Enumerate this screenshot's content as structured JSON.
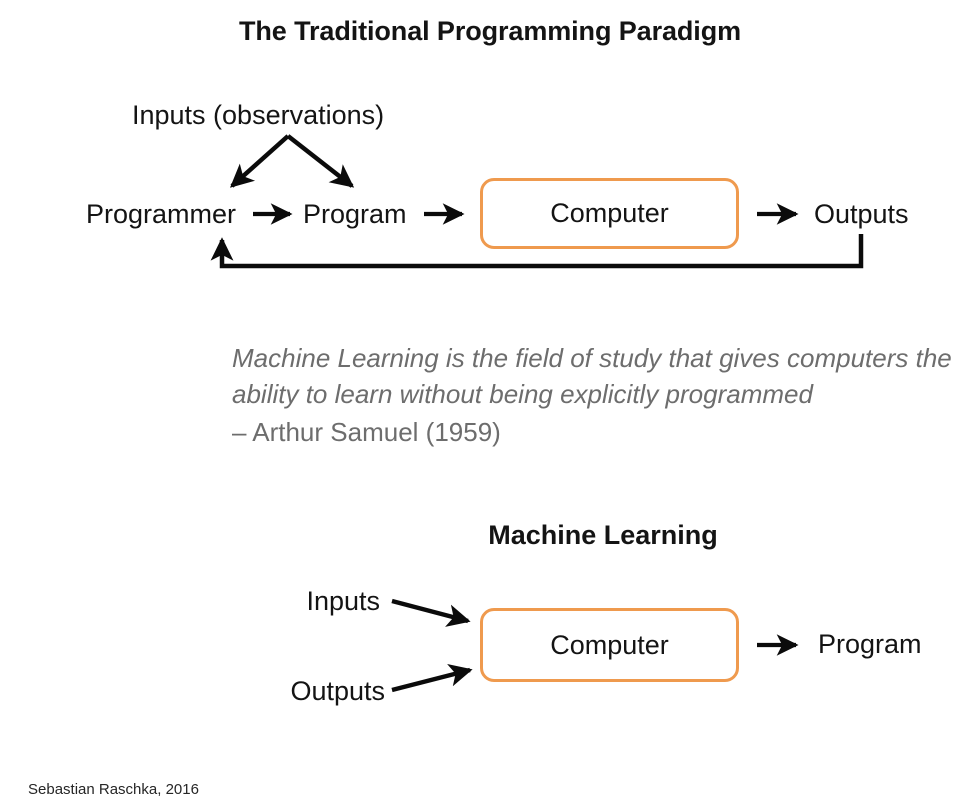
{
  "slide": {
    "title": "The Traditional Programming Paradigm",
    "footer": "Sebastian Raschka, 2016",
    "background_color": "#ffffff",
    "accent_color": "#ef9a4e",
    "text_color": "#141414",
    "quote_color": "#6d6d6d"
  },
  "traditional": {
    "inputs_label": "Inputs (observations)",
    "programmer_label": "Programmer",
    "program_label": "Program",
    "computer_label": "Computer",
    "outputs_label": "Outputs"
  },
  "quote": {
    "text": "Machine Learning is the field of study that gives computers the ability to learn without being explicitly programmed",
    "attribution": "– Arthur Samuel (1959)"
  },
  "machine_learning": {
    "section_title": "Machine Learning",
    "inputs_label": "Inputs",
    "outputs_label": "Outputs",
    "computer_label": "Computer",
    "program_label": "Program"
  }
}
